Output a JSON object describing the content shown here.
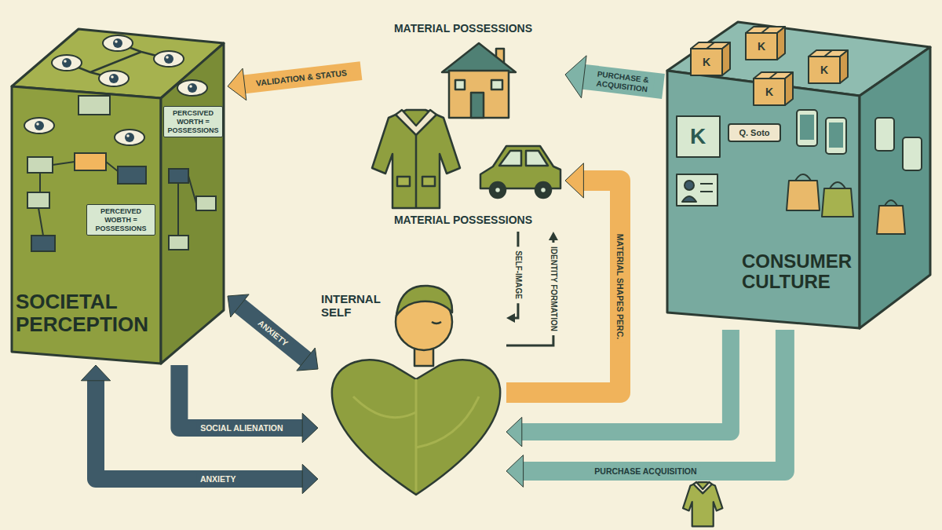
{
  "diagram": {
    "nodes": [
      {
        "text": [
          "SOCIETAL PERCEPTION"
        ]
      },
      {
        "text": [
          "PERCSIVED WORTH = POSSESSIONS"
        ],
        "in": 0
      },
      {
        "text": [
          "PERCEIVED WOBTH = POSSESSIONS"
        ],
        "in": 0
      },
      {
        "text": [
          "MATERIAL POSSESSIONS",
          "MATERIAL POSSESSIONS"
        ]
      },
      {
        "text": [
          "INTERNAL SELF"
        ]
      },
      {
        "text": [
          "CONSUMER CULTURE"
        ]
      }
    ],
    "edges": [
      {
        "from": 3,
        "to": 0,
        "label": "VALIDATION & STATUS",
        "arrow": "to"
      },
      {
        "from": 5,
        "to": 3,
        "label": "PURCHASE & ACQUISITION",
        "arrow": "to"
      },
      {
        "from": 0,
        "to": 4,
        "label": "ANXIETY",
        "arrow": "both"
      },
      {
        "from": 0,
        "to": 4,
        "label": "SOCIAL ALIENATION",
        "arrow": "to"
      },
      {
        "from": 0,
        "to": 4,
        "label": "ANXIETY",
        "arrow": "both"
      },
      {
        "from": 4,
        "to": 3,
        "label": "MATERIAL SHAPES PERC.",
        "arrow": "to"
      },
      {
        "from": 4,
        "to": 3,
        "label": "IDENTITY FORMATION",
        "arrow": "to"
      },
      {
        "from": 3,
        "to": 4,
        "label": "SELF-IMAGE",
        "arrow": "to"
      },
      {
        "from": 5,
        "to": 4,
        "label": "PURCHASE ACQUISITION",
        "arrow": "to"
      },
      {
        "from": 5,
        "to": 4,
        "arrow": "to"
      }
    ],
    "labels": [
      "K",
      "K",
      "K",
      "K",
      "K",
      "Q. Soto"
    ]
  }
}
